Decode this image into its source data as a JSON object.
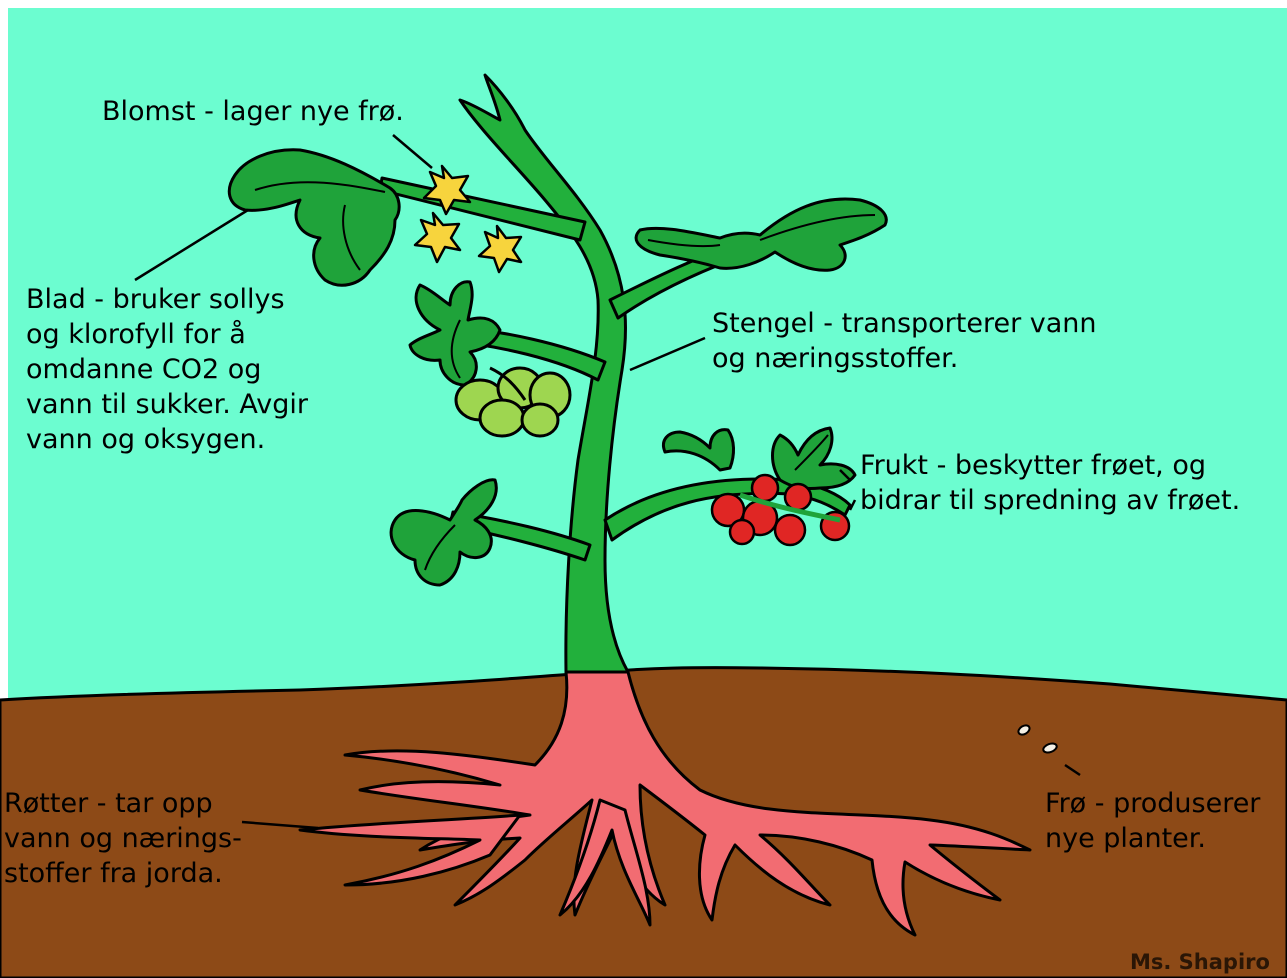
{
  "labels": {
    "blomst": [
      "Blomst - lager nye frø."
    ],
    "blad": [
      "Blad - bruker sollys",
      "og klorofyll for å",
      "omdanne CO2 og",
      "vann til sukker. Avgir",
      "vann og oksygen."
    ],
    "stengel": [
      "Stengel - transporterer vann",
      "og næringsstoffer."
    ],
    "frukt": [
      "Frukt - beskytter frøet, og",
      "bidrar til spredning av frøet."
    ],
    "rotter": [
      "Røtter - tar opp",
      "vann og nærings-",
      "stoffer fra jorda."
    ],
    "fro": [
      "Frø - produserer",
      "nye planter."
    ]
  },
  "credit": "Ms. Shapiro",
  "colors": {
    "sky": "#6cfdd0",
    "soil": "#8d4a17",
    "leaf": "#1fa33a",
    "stem": "#22b03c",
    "outline": "#000000",
    "root": "#f26c72",
    "flower": "#f7d43d",
    "green_fruit": "#9ed650",
    "red_fruit": "#e02624",
    "seed": "#f4f0e6"
  },
  "icons": [
    "flower-icon",
    "tomato-icon",
    "green-tomato-icon",
    "seed-icon",
    "leaf-icon"
  ]
}
